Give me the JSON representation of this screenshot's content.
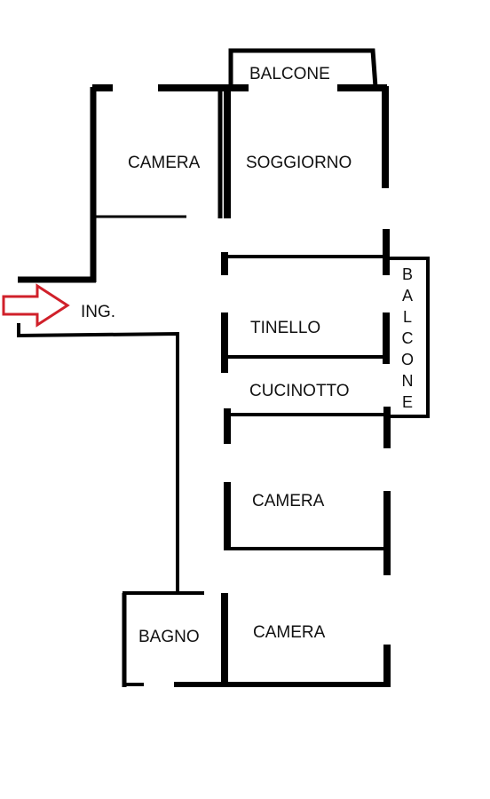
{
  "floorplan": {
    "rooms": {
      "balcone_top": "BALCONE",
      "camera_nw": "CAMERA",
      "soggiorno": "SOGGIORNO",
      "ingresso": "ING.",
      "tinello": "TINELLO",
      "cucinotto": "CUCINOTTO",
      "camera_mid": "CAMERA",
      "bagno": "BAGNO",
      "camera_south": "CAMERA"
    },
    "balcone_side_letters": [
      "B",
      "A",
      "L",
      "C",
      "O",
      "N",
      "E"
    ],
    "entrance_arrow_color": "#d0202a",
    "wall_color": "#000000"
  }
}
